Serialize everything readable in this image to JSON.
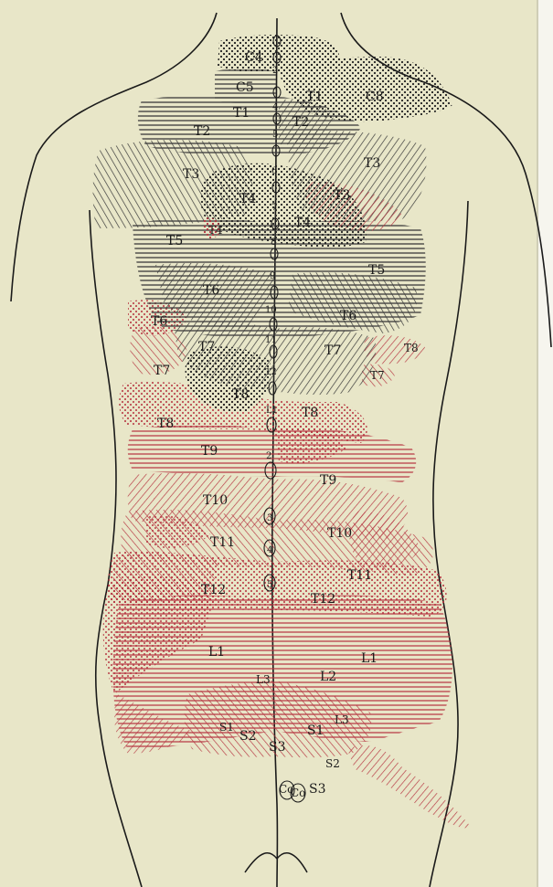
{
  "colors": {
    "paper": "#e8e6c8",
    "ink": "#1a1a1a",
    "dark_hatch": "#3a3a3a",
    "red_hatch": "#b5323f",
    "red_tint": "#e3b2ad"
  },
  "zones": {
    "C4": "C4",
    "C5": "C5",
    "C8": "C8",
    "T1": "T1",
    "T2": "T2",
    "T3": "T3",
    "T4": "T4",
    "T5": "T5",
    "T6": "T6",
    "T7": "T7",
    "T8": "T8",
    "T9": "T9",
    "T10": "T10",
    "T11": "T11",
    "T12": "T12",
    "L1": "L1",
    "L2": "L2",
    "L3": "L3",
    "S1": "S1",
    "S2": "S2",
    "S3": "S3",
    "Co": "Co"
  },
  "spine": {
    "numbers": [
      "1",
      "2",
      "3",
      "4",
      "5",
      "6",
      "7",
      "8",
      "9",
      "10",
      "11",
      "12"
    ],
    "lumbar": [
      "L1",
      "2",
      "3",
      "4",
      "5"
    ]
  }
}
